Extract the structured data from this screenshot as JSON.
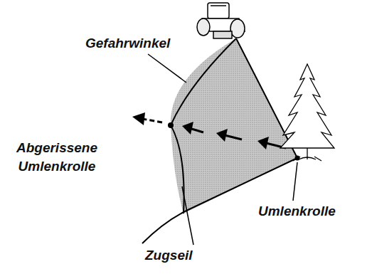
{
  "diagram": {
    "labels": [
      "Gefahrwinkel",
      "Abgerissene Umlenkrolle",
      "Umlenkrolle",
      "Zugseil"
    ]
  }
}
